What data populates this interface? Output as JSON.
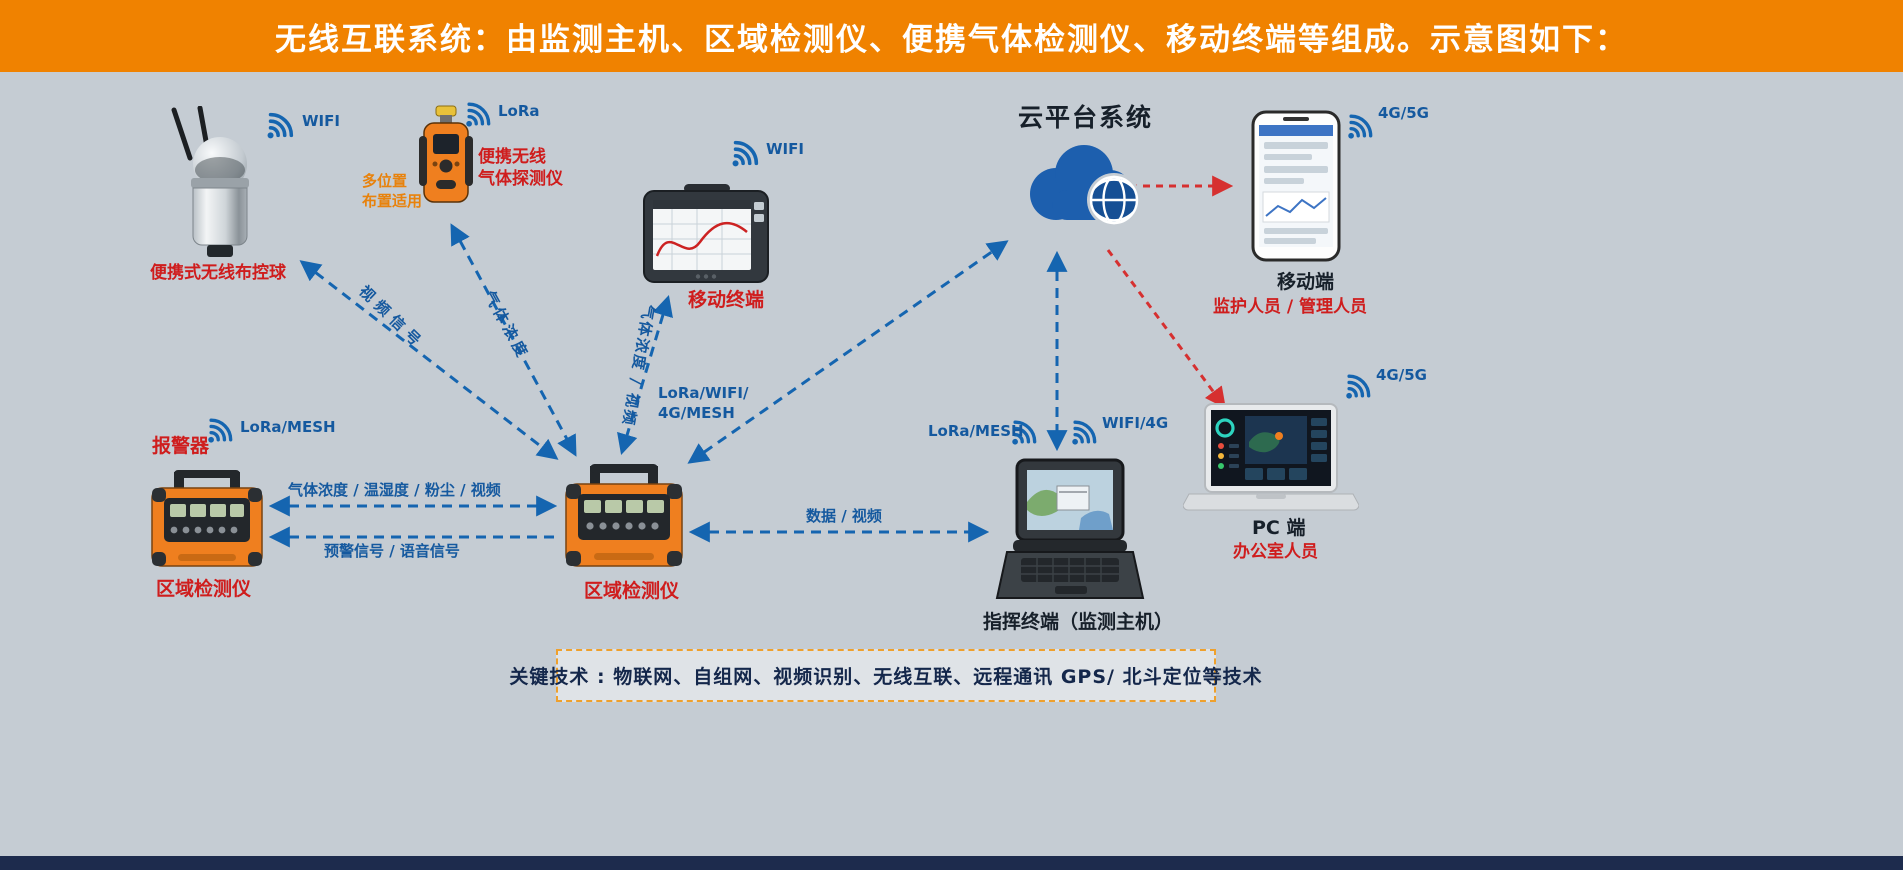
{
  "header": {
    "title": "无线互联系统：由监测主机、区域检测仪、便携气体检测仪、移动终端等组成。示意图如下："
  },
  "colors": {
    "header_orange": "#f08200",
    "link_blue": "#1565b0",
    "link_red": "#d63030",
    "label_red": "#cf1d1d",
    "label_blue": "#15599f",
    "footer_navy": "#1d2b4d",
    "background": "#c5ccd3"
  },
  "nodes": {
    "ball": {
      "label": "便携式无线布控球",
      "signal": "WIFI"
    },
    "gas": {
      "signal": "LoRa",
      "label": "便携无线\n气体探测仪",
      "note": "多位置\n布置适用"
    },
    "tablet": {
      "label": "移动终端",
      "signal": "WIFI"
    },
    "cloud": {
      "title": "云平台系统"
    },
    "phone": {
      "signal": "4G/5G",
      "label": "移动端",
      "sublabel": "监护人员 / 管理人员"
    },
    "alarm": {
      "title": "报警器",
      "signal": "LoRa/MESH",
      "label": "区域检测仪"
    },
    "center": {
      "label": "区域检测仪"
    },
    "command": {
      "label": "指挥终端（监测主机）",
      "signal_left": "LoRa/MESH",
      "signal_right": "WIFI/4G"
    },
    "pc": {
      "signal": "4G/5G",
      "label": "PC 端",
      "sublabel": "办公室人员"
    }
  },
  "links": {
    "video": "视频信号",
    "gas_concentration": "气体浓度",
    "gas_video": "气体浓度 / 视频",
    "mesh": "LoRa/WIFI/\n4G/MESH",
    "sensor": "气体浓度 / 温湿度 / 粉尘 / 视频",
    "alert": "预警信号 / 语音信号",
    "data_video": "数据 / 视频"
  },
  "footer": {
    "key_tech": "关键技术 : 物联网、自组网、视频识别、无线互联、远程通讯 GPS/ 北斗定位等技术"
  }
}
